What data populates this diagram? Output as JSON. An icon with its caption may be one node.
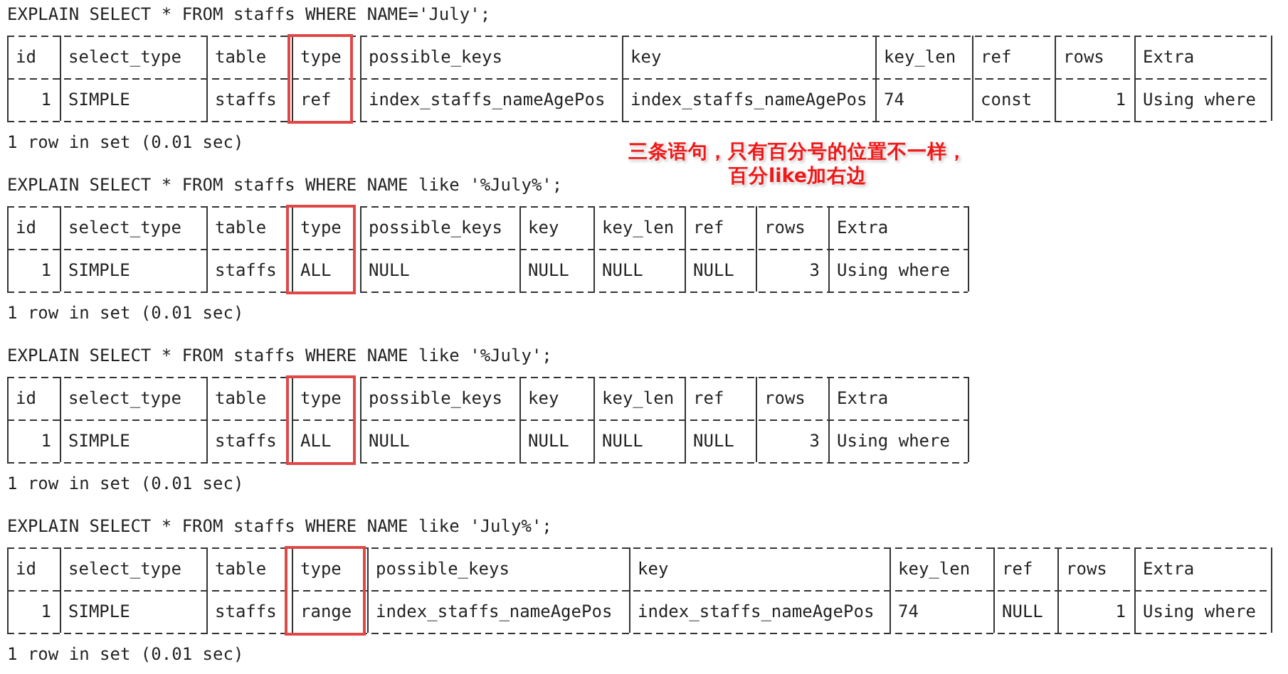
{
  "diagram": {
    "nodes": [
      {
        "text": [
          "type",
          "ref"
        ]
      },
      {
        "text": [
          "type",
          "ALL"
        ]
      },
      {
        "text": [
          "type",
          "ALL"
        ]
      },
      {
        "text": [
          "type",
          "range"
        ]
      }
    ],
    "edges": [],
    "labels": [
      "EXPLAIN SELECT * FROM staffs WHERE NAME='July';",
      "id",
      "select_type",
      "table",
      "possible_keys",
      "key",
      "key_len",
      "ref",
      "rows",
      "Extra",
      "1",
      "SIMPLE",
      "staffs",
      "index_staffs_nameAgePos",
      "index_staffs_nameAgePos",
      "74",
      "const",
      "1",
      "Using where",
      "1 row in set (0.01 sec)",
      "三条语句，只有百分号的位置不一样，百分like加右边",
      "EXPLAIN SELECT * FROM staffs WHERE NAME like '%July%';",
      "id",
      "select_type",
      "table",
      "possible_keys",
      "key",
      "key_len",
      "ref",
      "rows",
      "Extra",
      "1",
      "SIMPLE",
      "staffs",
      "NULL",
      "NULL",
      "NULL",
      "NULL",
      "3",
      "Using where",
      "1 row in set (0.01 sec)",
      "EXPLAIN SELECT * FROM staffs WHERE NAME like '%July';",
      "id",
      "select_type",
      "table",
      "possible_keys",
      "key",
      "key_len",
      "ref",
      "rows",
      "Extra",
      "1",
      "SIMPLE",
      "staffs",
      "NULL",
      "NULL",
      "NULL",
      "NULL",
      "3",
      "Using where",
      "1 row in set (0.01 sec)",
      "EXPLAIN SELECT * FROM staffs WHERE NAME like 'July%';",
      "id",
      "select_type",
      "table",
      "possible_keys",
      "key",
      "key_len",
      "ref",
      "rows",
      "Extra",
      "1",
      "SIMPLE",
      "staffs",
      "index_staffs_nameAgePos",
      "index_staffs_nameAgePos",
      "74",
      "NULL",
      "1",
      "Using where",
      "1 row in set (0.01 sec)"
    ]
  }
}
